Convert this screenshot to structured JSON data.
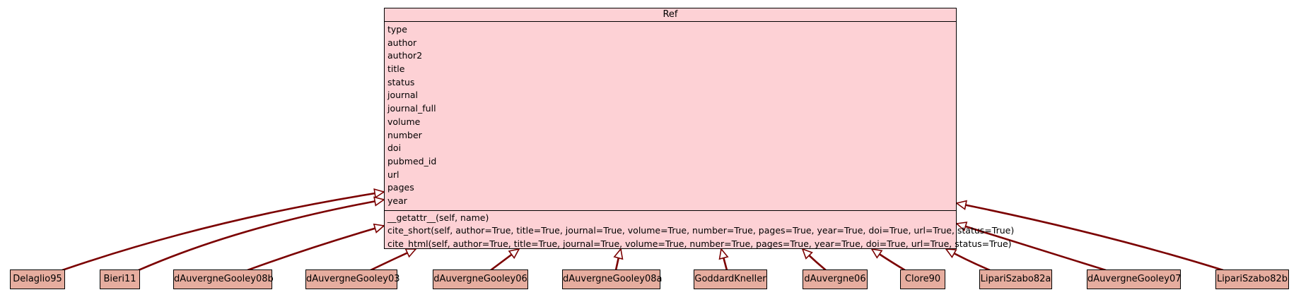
{
  "base_class": {
    "name": "Ref",
    "attributes": [
      "type",
      "author",
      "author2",
      "title",
      "status",
      "journal",
      "journal_full",
      "volume",
      "number",
      "doi",
      "pubmed_id",
      "url",
      "pages",
      "year"
    ],
    "methods": [
      "__getattr__(self, name)",
      "cite_short(self, author=True, title=True, journal=True, volume=True, number=True, pages=True, year=True, doi=True, url=True, status=True)",
      "cite_html(self, author=True, title=True, journal=True, volume=True, number=True, pages=True, year=True, doi=True, url=True, status=True)"
    ]
  },
  "subclasses": [
    "Delaglio95",
    "Bieri11",
    "dAuvergneGooley08b",
    "dAuvergneGooley03",
    "dAuvergneGooley06",
    "dAuvergneGooley08a",
    "GoddardKneller",
    "dAuvergne06",
    "Clore90",
    "LipariSzabo82a",
    "dAuvergneGooley07",
    "LipariSzabo82b"
  ],
  "colors": {
    "class_fill": "#fdd1d5",
    "subclass_fill": "#e6ad9f",
    "arrow": "#7b0000"
  }
}
